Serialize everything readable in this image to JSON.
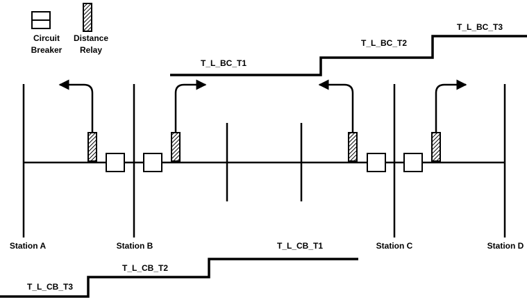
{
  "legend": {
    "circuit_breaker_line1": "Circuit",
    "circuit_breaker_line2": "Breaker",
    "distance_relay_line1": "Distance",
    "distance_relay_line2": "Relay"
  },
  "stations": {
    "a": "Station A",
    "b": "Station B",
    "c": "Station C",
    "d": "Station D"
  },
  "zones_bc": {
    "t1": "T_L_BC_T1",
    "t2": "T_L_BC_T2",
    "t3": "T_L_BC_T3"
  },
  "zones_cb": {
    "t1": "T_L_CB_T1",
    "t2": "T_L_CB_T2",
    "t3": "T_L_CB_T3"
  }
}
